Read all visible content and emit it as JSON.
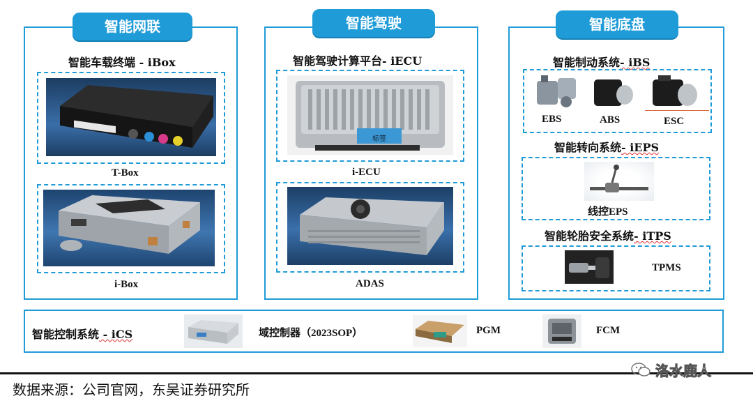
{
  "columns": {
    "connect": {
      "tab": "智能网联",
      "subtitle_cn": "智能车载终端",
      "subtitle_en": " - iBox",
      "items": [
        {
          "caption": "T-Box"
        },
        {
          "caption": "i-Box"
        }
      ]
    },
    "drive": {
      "tab": "智能驾驶",
      "subtitle_cn": "智能驾驶计算平台",
      "subtitle_en": "- iECU",
      "items": [
        {
          "caption": "i-ECU",
          "label_on_device": "标签"
        },
        {
          "caption": "ADAS"
        }
      ]
    },
    "chassis": {
      "tab": "智能底盘",
      "brake": {
        "title_cn": "智能制动系统",
        "title_en": "- iBS",
        "items": [
          "EBS",
          "ABS",
          "ESC"
        ]
      },
      "steer": {
        "title_cn": "智能转向系统",
        "title_en": "- iEPS",
        "caption": "线控EPS"
      },
      "tire": {
        "title_cn": "智能轮胎安全系统",
        "title_en": "- iTPS",
        "caption": "TPMS"
      }
    }
  },
  "control": {
    "title_cn": "智能控制系统",
    "title_en": " - iCS",
    "items": [
      {
        "label": "域控制器（2023SOP）"
      },
      {
        "label": "PGM"
      },
      {
        "label": "FCM"
      }
    ]
  },
  "footer": {
    "source": "数据来源：公司官网，东吴证券研究所",
    "watermark": "洛水鹿人"
  },
  "colors": {
    "accent": "#1f9bd7",
    "photo_bg": "#1e3f63"
  }
}
